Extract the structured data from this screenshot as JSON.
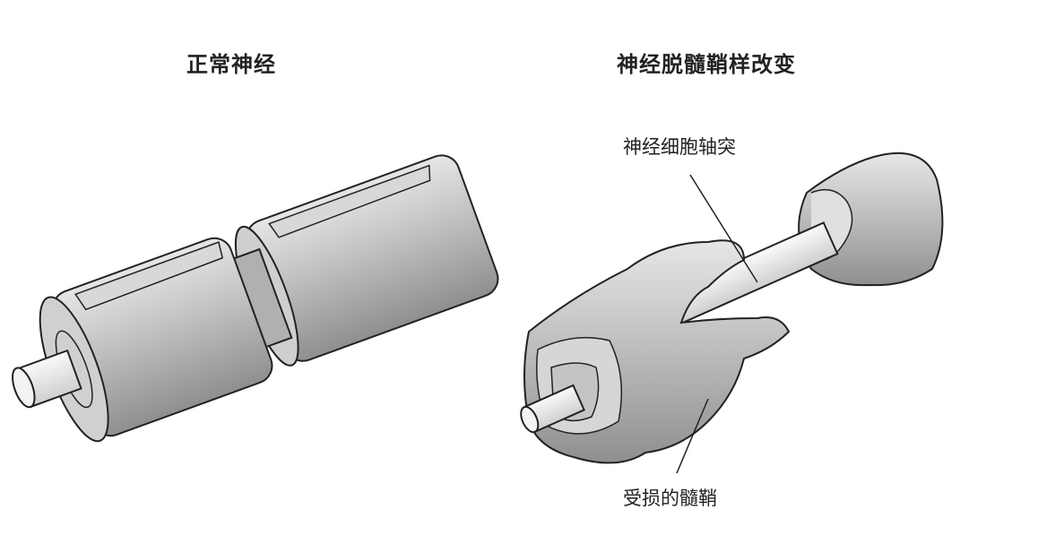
{
  "left_panel": {
    "title": "正常神经"
  },
  "right_panel": {
    "title": "神经脱髓鞘样改变",
    "axon_label": "神经细胞轴突",
    "damaged_myelin_label": "受损的髓鞘"
  },
  "colors": {
    "ink": "#222222",
    "myelin": "#bdbdbd",
    "axon": "#ececec"
  }
}
